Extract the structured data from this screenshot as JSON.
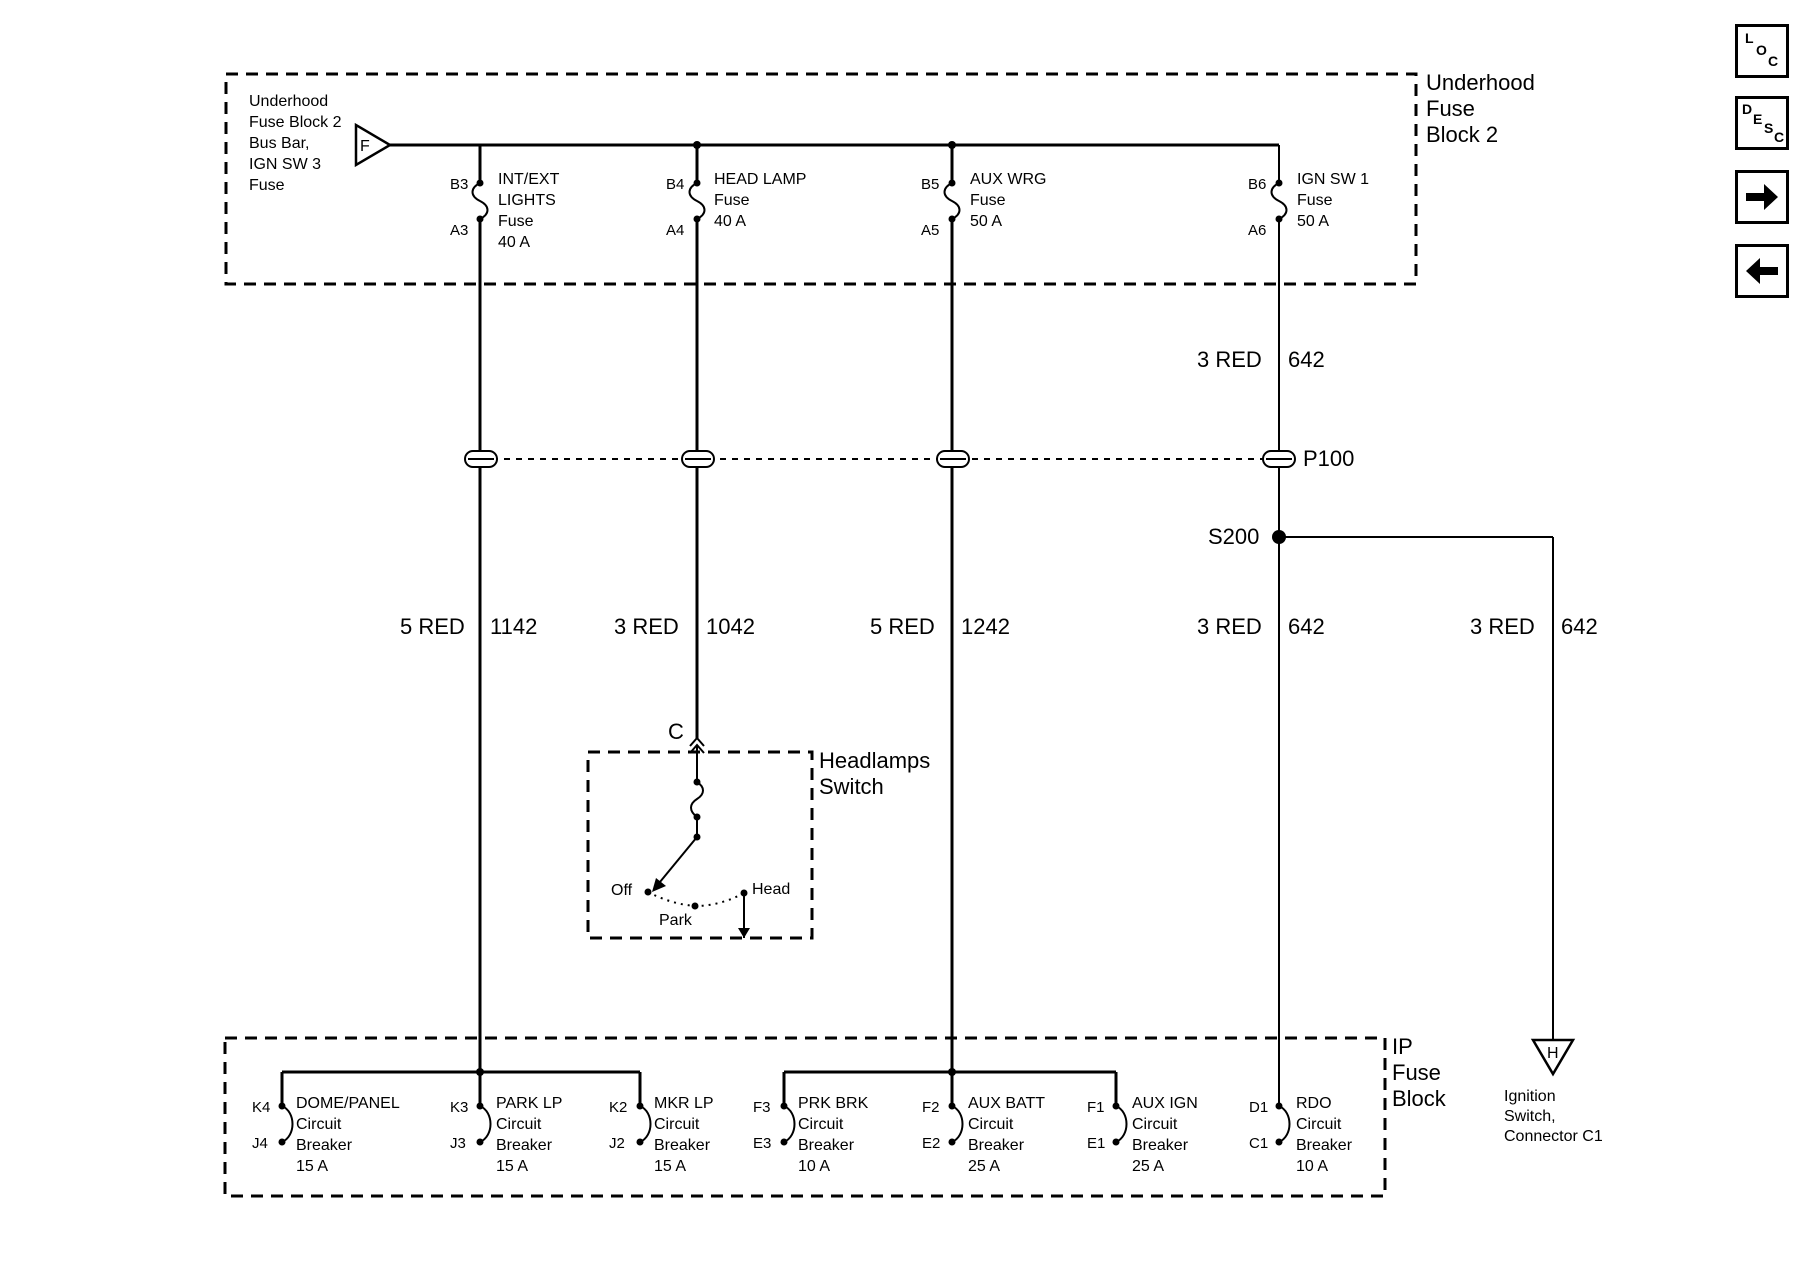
{
  "nav": {
    "loc": [
      "L",
      "O",
      "C"
    ],
    "desc": [
      "D",
      "E",
      "S",
      "C"
    ]
  },
  "underhood": {
    "title": [
      "Underhood",
      "Fuse",
      "Block 2"
    ],
    "source_lines": [
      "Underhood",
      "Fuse Block 2",
      "Bus Bar,",
      "IGN SW 3",
      "Fuse"
    ],
    "source_connector": "F",
    "fuses": [
      {
        "top_pin": "B3",
        "bottom_pin": "A3",
        "lines": [
          "INT/EXT",
          "LIGHTS",
          "Fuse",
          "40 A"
        ]
      },
      {
        "top_pin": "B4",
        "bottom_pin": "A4",
        "lines": [
          "HEAD LAMP",
          "Fuse",
          "40 A"
        ]
      },
      {
        "top_pin": "B5",
        "bottom_pin": "A5",
        "lines": [
          "AUX WRG",
          "Fuse",
          "50 A"
        ]
      },
      {
        "top_pin": "B6",
        "bottom_pin": "A6",
        "lines": [
          "IGN SW 1",
          "Fuse",
          "50 A"
        ]
      }
    ]
  },
  "wires": {
    "upper_642": {
      "gauge_color": "3 RED",
      "circuit": "642"
    },
    "w1": {
      "gauge_color": "5 RED",
      "circuit": "1142"
    },
    "w2": {
      "gauge_color": "3 RED",
      "circuit": "1042"
    },
    "w3": {
      "gauge_color": "5 RED",
      "circuit": "1242"
    },
    "w4": {
      "gauge_color": "3 RED",
      "circuit": "642"
    },
    "w5": {
      "gauge_color": "3 RED",
      "circuit": "642"
    }
  },
  "connector": "P100",
  "splice": "S200",
  "headlamp_switch": {
    "title": [
      "Headlamps",
      "Switch"
    ],
    "pin": "C",
    "positions": {
      "off": "Off",
      "park": "Park",
      "head": "Head"
    }
  },
  "ip_fuse_block": {
    "title": [
      "IP",
      "Fuse",
      "Block"
    ],
    "breakers": [
      {
        "top_pin": "K4",
        "bottom_pin": "J4",
        "lines": [
          "DOME/PANEL",
          "Circuit",
          "Breaker",
          "15 A"
        ]
      },
      {
        "top_pin": "K3",
        "bottom_pin": "J3",
        "lines": [
          "PARK LP",
          "Circuit",
          "Breaker",
          "15 A"
        ]
      },
      {
        "top_pin": "K2",
        "bottom_pin": "J2",
        "lines": [
          "MKR LP",
          "Circuit",
          "Breaker",
          "15 A"
        ]
      },
      {
        "top_pin": "F3",
        "bottom_pin": "E3",
        "lines": [
          "PRK BRK",
          "Circuit",
          "Breaker",
          "10 A"
        ]
      },
      {
        "top_pin": "F2",
        "bottom_pin": "E2",
        "lines": [
          "AUX BATT",
          "Circuit",
          "Breaker",
          "25 A"
        ]
      },
      {
        "top_pin": "F1",
        "bottom_pin": "E1",
        "lines": [
          "AUX IGN",
          "Circuit",
          "Breaker",
          "25 A"
        ]
      },
      {
        "top_pin": "D1",
        "bottom_pin": "C1",
        "lines": [
          "RDO",
          "Circuit",
          "Breaker",
          "10 A"
        ]
      }
    ]
  },
  "ignition": {
    "connector": "H",
    "lines": [
      "Ignition",
      "Switch,",
      "Connector C1"
    ]
  }
}
